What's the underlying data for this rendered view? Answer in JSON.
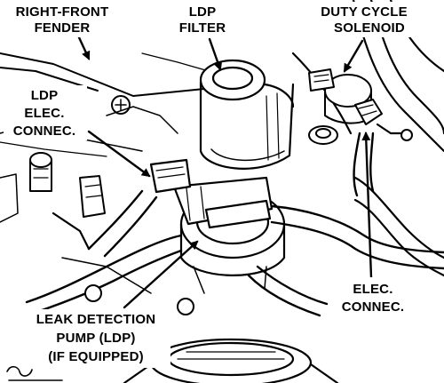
{
  "labels": {
    "fender": [
      "RIGHT-FRONT",
      "FENDER"
    ],
    "ldp_filter": [
      "LDP",
      "FILTER"
    ],
    "duty_cycle": [
      "DUTY CYCLE",
      "SOLENOID"
    ],
    "ldp_elec": [
      "LDP",
      "ELEC.",
      "CONNEC."
    ],
    "elec_connec": [
      "ELEC.",
      "CONNEC."
    ],
    "pump": [
      "LEAK DETECTION",
      "PUMP (LDP)",
      "(IF EQUIPPED)"
    ]
  },
  "colors": {
    "ink": "#000000",
    "paper": "#ffffff"
  }
}
